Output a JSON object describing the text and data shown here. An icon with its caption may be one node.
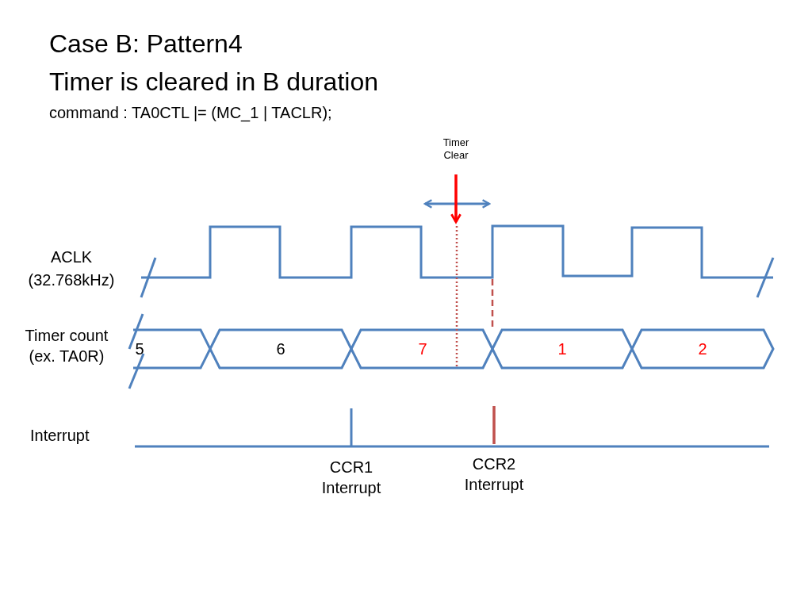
{
  "diagram": {
    "title": "Case B: Pattern4",
    "labels": [
      "Timer is cleared in B duration",
      "command : TA0CTL |= (MC_1 | TACLR);",
      "Timer Clear",
      "ACLK (32.768kHz)",
      "Timer count (ex. TA0R)",
      "5",
      "6",
      "7",
      "1",
      "2",
      "Interrupt",
      "CCR1 Interrupt",
      "CCR2 Interrupt"
    ]
  }
}
